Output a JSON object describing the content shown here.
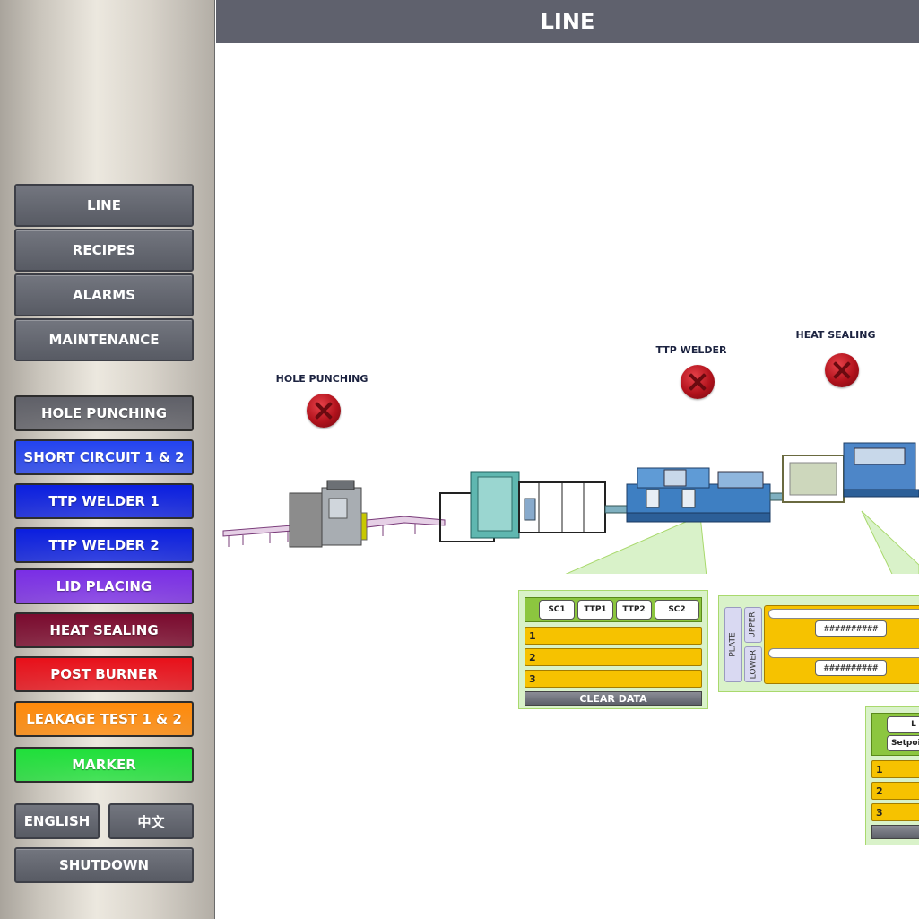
{
  "header": {
    "title": "LINE"
  },
  "nav": {
    "line": "LINE",
    "recipes": "RECIPES",
    "alarms": "ALARMS",
    "maintenance": "MAINTENANCE"
  },
  "stations": {
    "hole_punching": "HOLE PUNCHING",
    "short_circuit": "SHORT CIRCUIT 1 & 2",
    "ttp_welder_1": "TTP WELDER 1",
    "ttp_welder_2": "TTP WELDER 2",
    "lid_placing": "LID PLACING",
    "heat_sealing": "HEAT SEALING",
    "post_burner": "POST BURNER",
    "leakage_test": "LEAKAGE TEST 1 & 2",
    "marker": "MARKER"
  },
  "station_colors": {
    "hole_punching": "#5f6068",
    "short_circuit": "#2343f0",
    "ttp_welder_1": "#0a1ee0",
    "ttp_welder_2": "#0a1ee0",
    "lid_placing": "#7a2ee6",
    "heat_sealing": "#7a0a2e",
    "post_burner": "#e8101a",
    "leakage_test": "#ff8a0a",
    "marker": "#1fe03a"
  },
  "language": {
    "english": "ENGLISH",
    "chinese": "中文"
  },
  "system": {
    "shutdown": "SHUTDOWN"
  },
  "line_view": {
    "labels": {
      "hole_punching": "HOLE PUNCHING",
      "ttp_welder": "TTP WELDER",
      "heat_sealing": "HEAT SEALING"
    },
    "status_icon": "error-x-icon"
  },
  "panel_ttp": {
    "tabs": [
      "SC1",
      "TTP1",
      "TTP2",
      "SC2"
    ],
    "rows": [
      "1",
      "2",
      "3"
    ],
    "clear_label": "CLEAR DATA"
  },
  "panel_heat": {
    "plate_label": "PLATE",
    "upper_label": "UPPER",
    "lower_label": "LOWER",
    "upper_value": "##########",
    "lower_value": "##########"
  },
  "panel_leak": {
    "tab_top": "L",
    "setpoint_label": "Setpoint",
    "rows": [
      "1",
      "2",
      "3"
    ]
  }
}
